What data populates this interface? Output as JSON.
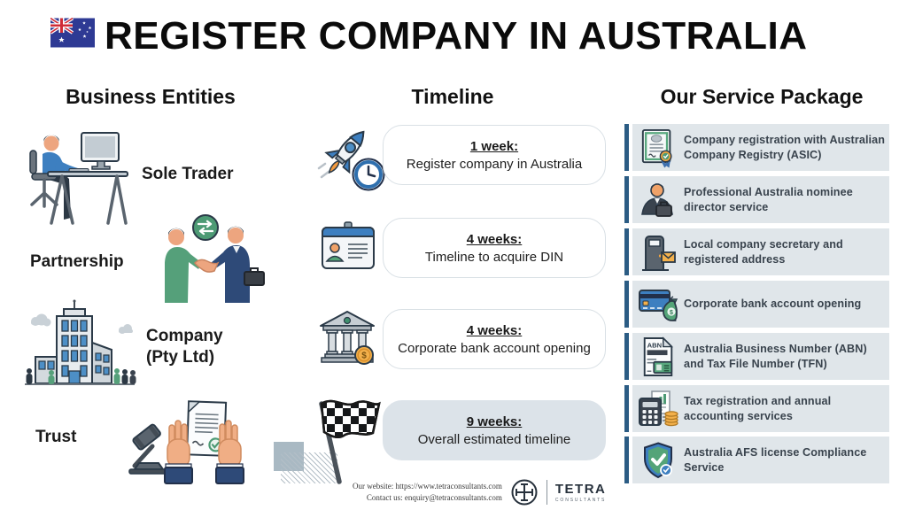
{
  "header": {
    "title": "REGISTER COMPANY IN AUSTRALIA",
    "flag_icon": "australian-flag-icon"
  },
  "business_entities": {
    "heading": "Business Entities",
    "items": [
      {
        "label": "Sole Trader",
        "icon": "sole-trader-illustration"
      },
      {
        "label": "Partnership",
        "icon": "partnership-handshake-illustration"
      },
      {
        "label": "Company (Pty Ltd)",
        "icon": "company-building-illustration"
      },
      {
        "label": "Trust",
        "icon": "trust-document-gavel-illustration"
      }
    ]
  },
  "timeline": {
    "heading": "Timeline",
    "items": [
      {
        "duration": "1 week:",
        "description": "Register company in Australia",
        "icon": "rocket-clock-icon",
        "highlighted": false
      },
      {
        "duration": "4 weeks:",
        "description": "Timeline to acquire DIN",
        "icon": "id-card-icon",
        "highlighted": false
      },
      {
        "duration": "4 weeks:",
        "description": "Corporate bank account opening",
        "icon": "bank-building-icon",
        "highlighted": false
      },
      {
        "duration": "9 weeks:",
        "description": "Overall estimated timeline",
        "icon": "checkered-flag-icon",
        "highlighted": true
      }
    ]
  },
  "service_package": {
    "heading": "Our Service Package",
    "items": [
      {
        "label": "Company registration with Australian Company Registry (ASIC)",
        "icon": "certificate-icon"
      },
      {
        "label": "Professional Australia nominee director service",
        "icon": "nominee-director-icon"
      },
      {
        "label": "Local company secretary and registered address",
        "icon": "door-mail-icon"
      },
      {
        "label": "Corporate bank account opening",
        "icon": "credit-card-money-bag-icon"
      },
      {
        "label": "Australia Business Number (ABN) and Tax File Number (TFN)",
        "icon": "abn-document-icon"
      },
      {
        "label": "Tax registration and annual accounting services",
        "icon": "calculator-coins-icon"
      },
      {
        "label": "Australia AFS license Compliance Service",
        "icon": "shield-check-icon"
      }
    ]
  },
  "icon_labels": {
    "abn": "ABN",
    "dollar": "$"
  },
  "footer": {
    "website_line": "Our website: https://www.tetraconsultants.com",
    "contact_line": "Contact us: enquiry@tetraconsultants.com",
    "logo": {
      "name": "TETRA",
      "subtitle": "CONSULTANTS",
      "icon": "tetra-logo-icon"
    }
  },
  "colors": {
    "background": "#ffffff",
    "title_text": "#0b0b0b",
    "service_text": "#39434d",
    "service_card_bg": "#e0e6ea",
    "service_accent_bar": "#2b5c84",
    "timeline_box_border": "#d9e0e5",
    "timeline_highlight_bg": "#dce3e9",
    "decor_square": "#a9b9c3",
    "flag_blue": "#2e3a94",
    "accent_blue": "#3d7fc0",
    "accent_green": "#54a478",
    "accent_orange": "#f0a33f",
    "logo_navy": "#27313c"
  }
}
